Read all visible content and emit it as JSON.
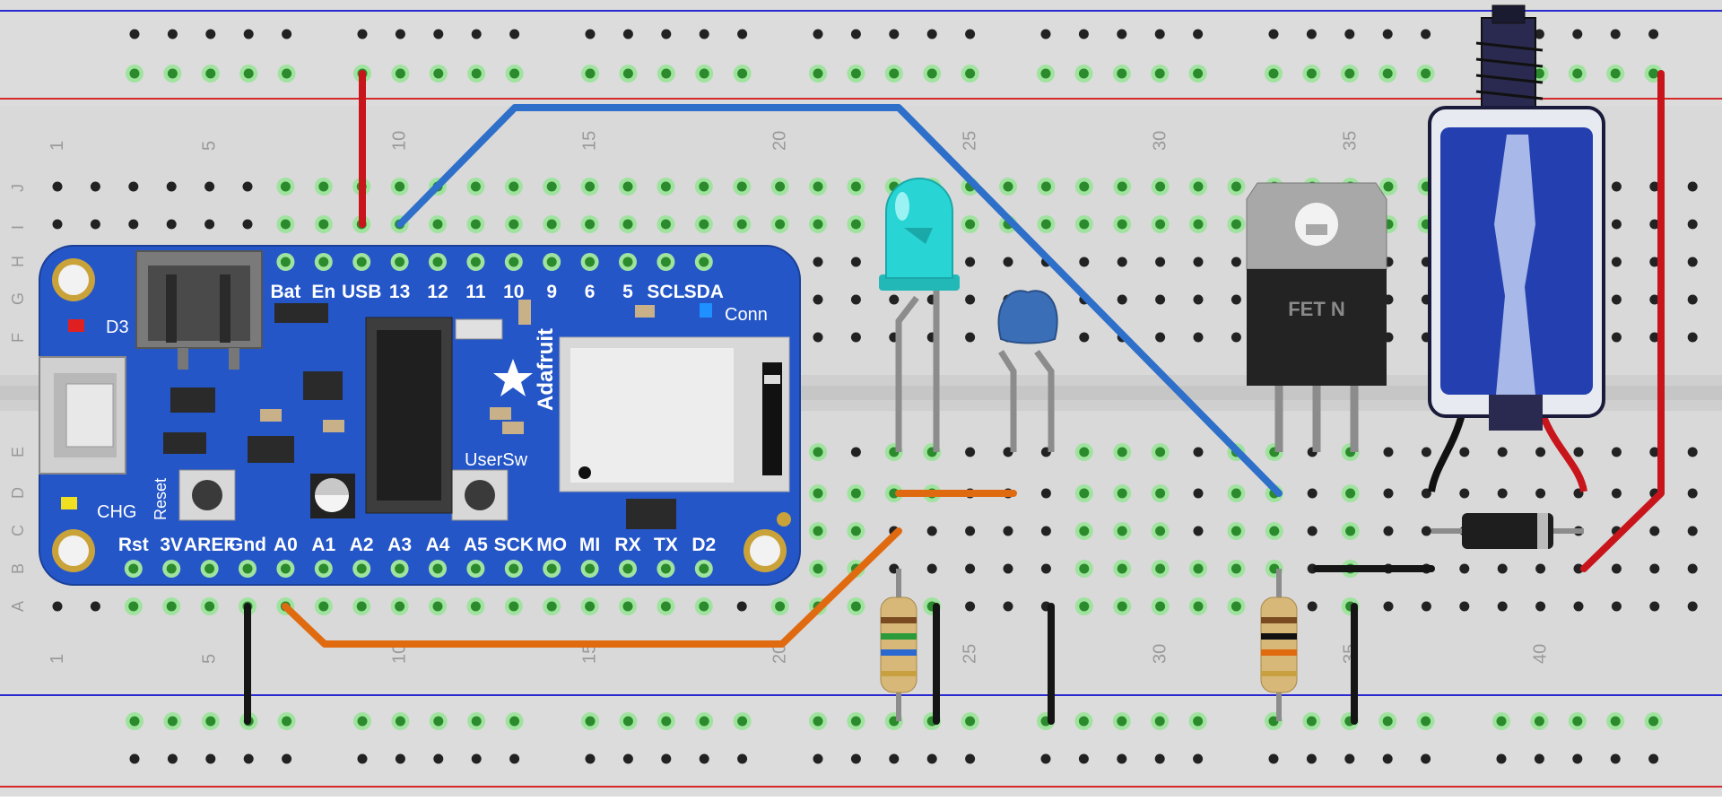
{
  "diagram": {
    "column_numbers": [
      "1",
      "5",
      "10",
      "15",
      "20",
      "25",
      "30",
      "35",
      "40"
    ],
    "row_letters_top": [
      "J",
      "I",
      "H",
      "G",
      "F"
    ],
    "row_letters_bottom": [
      "E",
      "D",
      "C",
      "B",
      "A"
    ],
    "board": {
      "logo": "Adafruit",
      "top_pins": [
        "Bat",
        "En",
        "USB",
        "13",
        "12",
        "11",
        "10",
        "9",
        "6",
        "5",
        "SCL",
        "SDA"
      ],
      "bottom_pins": [
        "Rst",
        "3V",
        "AREF",
        "Gnd",
        "A0",
        "A1",
        "A2",
        "A3",
        "A4",
        "A5",
        "SCK",
        "MO",
        "MI",
        "RX",
        "TX",
        "D2"
      ],
      "labels": {
        "d3": "D3",
        "chg": "CHG",
        "reset": "Reset",
        "usersw": "UserSw",
        "conn": "Conn"
      }
    },
    "mosfet_label": "FET N",
    "colors": {
      "board_blue": "#2456c8",
      "led_cyan": "#28d4d4",
      "capacitor_blue": "#3a6fb8",
      "wire_red": "#c8151b",
      "wire_blue": "#2e6fc9",
      "wire_orange": "#e06a10",
      "wire_black": "#151515",
      "rail_red": "#d62a2a",
      "rail_blue": "#2a2ad0"
    }
  }
}
